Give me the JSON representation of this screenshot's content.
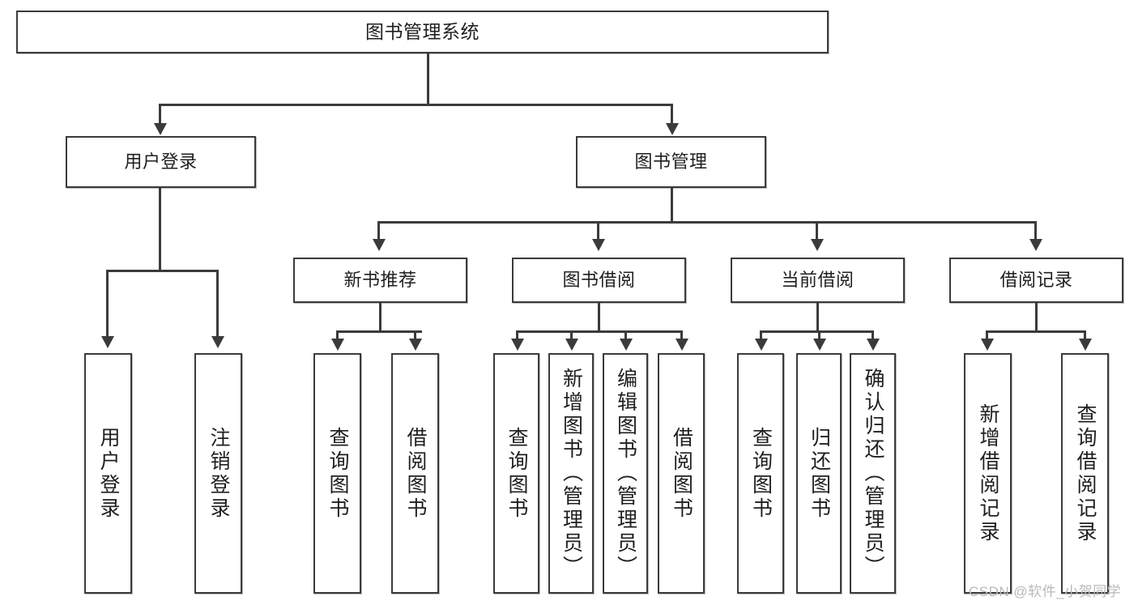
{
  "diagram": {
    "type": "tree-hierarchy",
    "root": {
      "id": "root",
      "label": "图书管理系统"
    },
    "level2": [
      {
        "id": "user-login",
        "label": "用户登录"
      },
      {
        "id": "book-manage",
        "label": "图书管理"
      }
    ],
    "level3": [
      {
        "id": "new-book-rec",
        "label": "新书推荐",
        "parent": "book-manage"
      },
      {
        "id": "book-borrow",
        "label": "图书借阅",
        "parent": "book-manage"
      },
      {
        "id": "current-borrow",
        "label": "当前借阅",
        "parent": "book-manage"
      },
      {
        "id": "borrow-record",
        "label": "借阅记录",
        "parent": "book-manage"
      }
    ],
    "leaves": {
      "user_login": [
        {
          "id": "leaf-user-login",
          "label": "用户登录"
        },
        {
          "id": "leaf-logout",
          "label": "注销登录"
        }
      ],
      "new_book_rec": [
        {
          "id": "leaf-query-book-1",
          "label": "查询图书"
        },
        {
          "id": "leaf-borrow-book-1",
          "label": "借阅图书"
        }
      ],
      "book_borrow": [
        {
          "id": "leaf-query-book-2",
          "label": "查询图书"
        },
        {
          "id": "leaf-add-book",
          "label": "新增图书（管理员）"
        },
        {
          "id": "leaf-edit-book",
          "label": "编辑图书（管理员）"
        },
        {
          "id": "leaf-borrow-book-2",
          "label": "借阅图书"
        }
      ],
      "current_borrow": [
        {
          "id": "leaf-query-book-3",
          "label": "查询图书"
        },
        {
          "id": "leaf-return-book",
          "label": "归还图书"
        },
        {
          "id": "leaf-confirm-return",
          "label": "确认归还（管理员）"
        }
      ],
      "borrow_record": [
        {
          "id": "leaf-add-record",
          "label": "新增借阅记录"
        },
        {
          "id": "leaf-query-record",
          "label": "查询借阅记录"
        }
      ]
    }
  },
  "watermark": {
    "text": "CSDN @软件_小贺同学"
  },
  "colors": {
    "stroke": "#3b3b3b",
    "background": "#ffffff",
    "text": "#1f1f1f",
    "watermark": "#b9b9b9"
  }
}
